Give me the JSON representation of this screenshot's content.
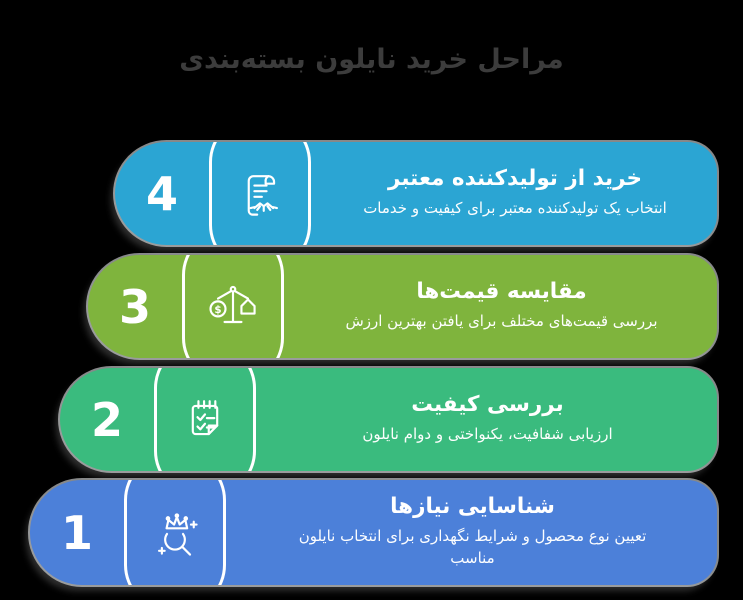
{
  "page": {
    "background_color": "#000000"
  },
  "title": {
    "text": "مراحل خرید نایلون بسته‌بندی",
    "color": "#3c3c3c"
  },
  "steps": [
    {
      "number": "4",
      "title": "خرید از تولیدکننده معتبر",
      "description": "انتخاب یک تولیدکننده معتبر برای کیفیت و خدمات",
      "color": "#2ba5d3",
      "icon": "contract-handshake-icon"
    },
    {
      "number": "3",
      "title": "مقایسه قیمت‌ها",
      "description": "بررسی قیمت‌های مختلف برای یافتن بهترین ارزش",
      "color": "#7fb43d",
      "icon": "price-scales-icon"
    },
    {
      "number": "2",
      "title": "بررسی کیفیت",
      "description": "ارزیابی شفافیت، یکنواختی و دوام نایلون",
      "color": "#3abb7e",
      "icon": "quality-checklist-icon"
    },
    {
      "number": "1",
      "title": "شناسایی نیازها",
      "description": "تعیین نوع محصول و شرایط نگهداری برای انتخاب نایلون مناسب",
      "color": "#4c80d9",
      "icon": "needs-search-icon"
    }
  ]
}
